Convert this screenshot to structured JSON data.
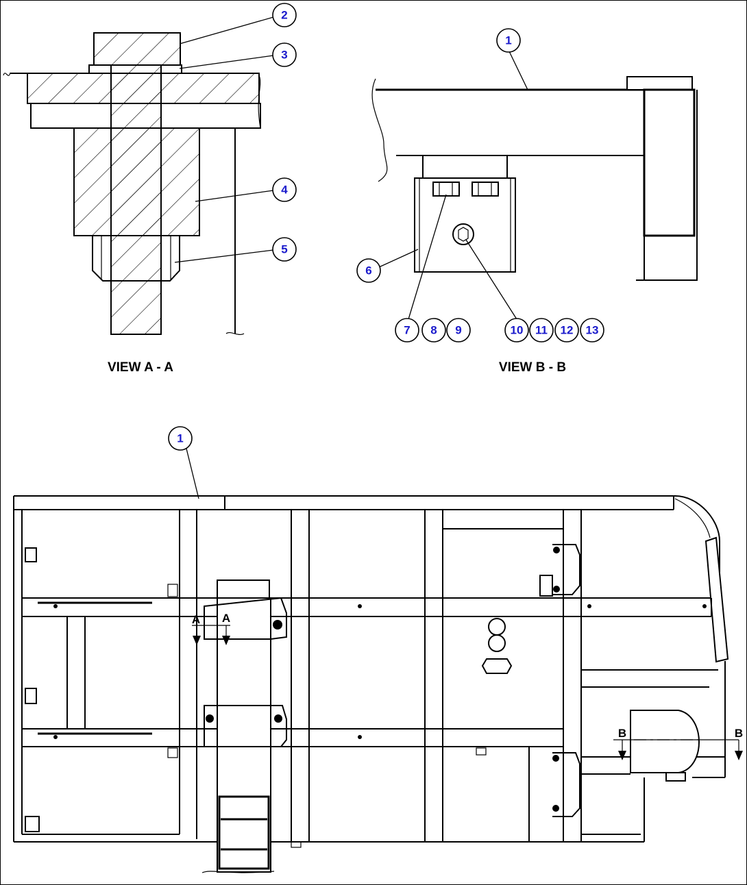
{
  "views": {
    "view_a": {
      "title": "VIEW A - A"
    },
    "view_b": {
      "title": "VIEW B - B"
    }
  },
  "callouts": {
    "view_a": [
      "2",
      "3",
      "4",
      "5"
    ],
    "view_b": [
      "1",
      "6",
      "7",
      "8",
      "9",
      "10",
      "11",
      "12",
      "13"
    ],
    "main": [
      "1"
    ]
  },
  "section_markers": {
    "a_left": "A",
    "a_right": "A",
    "b_left": "B",
    "b_right": "B"
  }
}
